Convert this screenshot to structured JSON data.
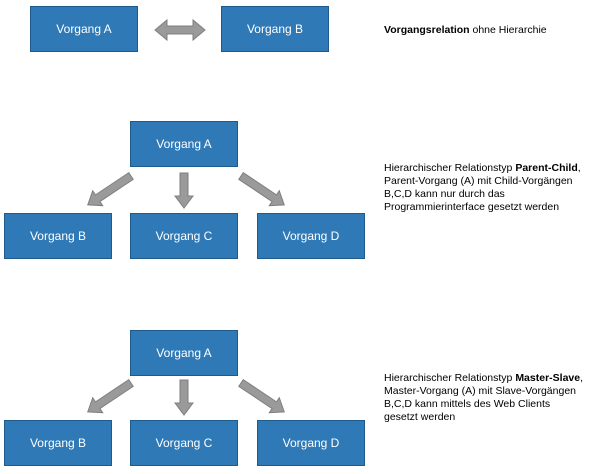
{
  "colors": {
    "box_fill": "#2f79b7",
    "box_border": "#1f5a8c",
    "box_text": "#ffffff",
    "arrow_fill": "#9a9a9a",
    "arrow_stroke": "#7f7f7f"
  },
  "section1": {
    "box_a": "Vorgang A",
    "box_b": "Vorgang B",
    "desc_bold": "Vorgangsrelation",
    "desc_rest": " ohne Hierarchie"
  },
  "section2": {
    "parent": "Vorgang A",
    "children": [
      "Vorgang B",
      "Vorgang C",
      "Vorgang D"
    ],
    "desc_intro": "Hierarchischer Relationstyp ",
    "desc_bold": "Parent-Child",
    "desc_line1_end": ",",
    "desc_line2": "Parent-Vorgang (A) mit Child-Vorgängen",
    "desc_line3": "B,C,D kann nur durch das",
    "desc_line4": "Programmierinterface gesetzt werden"
  },
  "section3": {
    "parent": "Vorgang A",
    "children": [
      "Vorgang B",
      "Vorgang C",
      "Vorgang D"
    ],
    "desc_intro": "Hierarchischer Relationstyp ",
    "desc_bold": "Master-Slave",
    "desc_line1_end": ",",
    "desc_line2": "Master-Vorgang (A) mit Slave-Vorgängen",
    "desc_line3": "B,C,D kann mittels des Web Clients",
    "desc_line4": "gesetzt werden"
  }
}
